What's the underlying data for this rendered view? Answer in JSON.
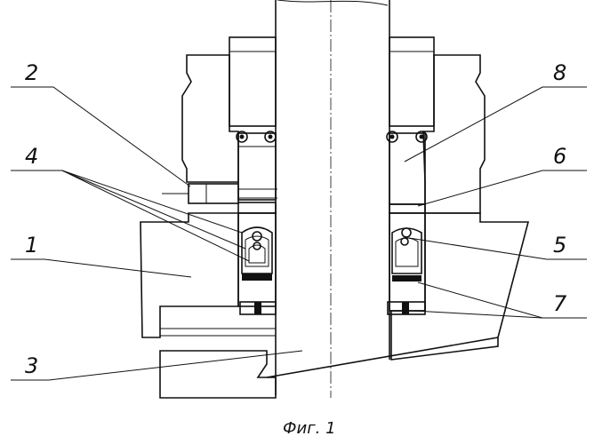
{
  "labels": {
    "l1": "1",
    "l2": "2",
    "l3": "3",
    "l4": "4",
    "l5": "5",
    "l6": "6",
    "l7": "7",
    "l8": "8"
  },
  "caption": "Фиг. 1"
}
